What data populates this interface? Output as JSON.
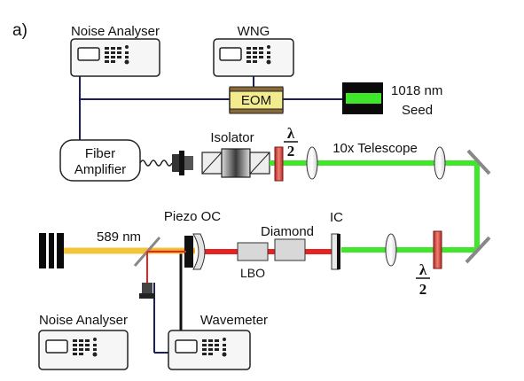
{
  "panel_label": "a)",
  "instruments": {
    "noise_analyser_top": "Noise Analyser",
    "wng": "WNG",
    "noise_analyser_bottom": "Noise Analyser",
    "wavemeter": "Wavemeter"
  },
  "components": {
    "eom": "EOM",
    "seed_line1": "1018 nm",
    "seed_line2": "Seed",
    "fiber_amp_line1": "Fiber",
    "fiber_amp_line2": "Amplifier",
    "isolator": "Isolator",
    "telescope": "10x Telescope",
    "half_wave_top_num": "λ",
    "half_wave_top_den": "2",
    "half_wave_bottom_num": "λ",
    "half_wave_bottom_den": "2",
    "piezo_oc": "Piezo OC",
    "diamond": "Diamond",
    "ic": "IC",
    "lbo": "LBO",
    "wavelength_589": "589 nm"
  },
  "colors": {
    "green_beam": "#3fe62a",
    "yellow_beam": "#f2c43a",
    "red_beam": "#e62222",
    "cable": "#1c1f5c",
    "instrument_fill": "#f6f6f6"
  }
}
